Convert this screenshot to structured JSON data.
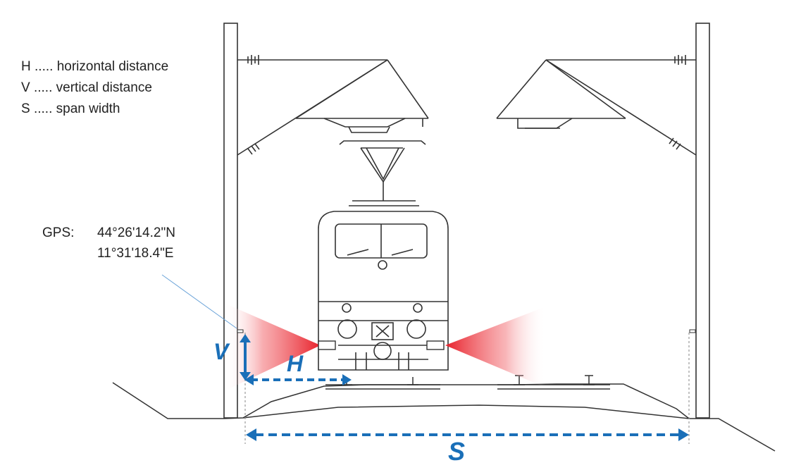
{
  "legend": {
    "items": [
      {
        "symbol": "H",
        "dots": ".....",
        "text": "horizontal distance"
      },
      {
        "symbol": "V",
        "dots": ".....",
        "text": "vertical distance"
      },
      {
        "symbol": "S",
        "dots": ".....",
        "text": "span width"
      }
    ]
  },
  "gps": {
    "label": "GPS:",
    "lat": "44°26'14.2\"N",
    "lon": "11°31'18.4\"E"
  },
  "dimensions": {
    "v_label": "V",
    "h_label": "H",
    "s_label": "S"
  },
  "colors": {
    "dimension_arrow": "#1a6fb8",
    "sensor_beam": "#e8202a",
    "line_art": "#333333"
  },
  "icons": [
    "overhead-line-mast",
    "cantilever",
    "locomotive",
    "camera-sensor",
    "rail"
  ]
}
